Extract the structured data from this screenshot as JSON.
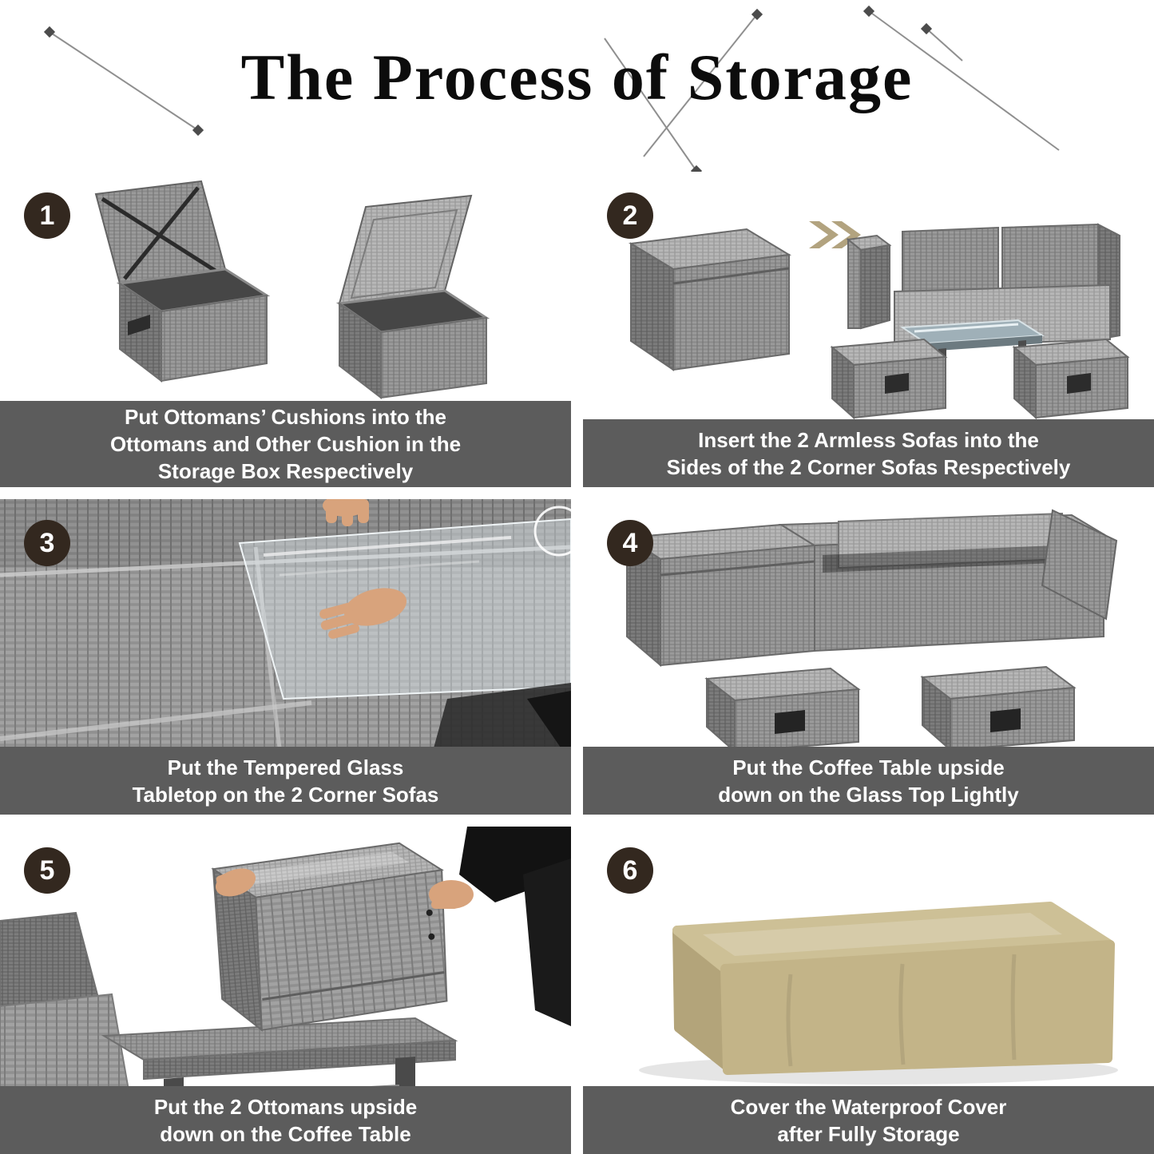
{
  "title": "The Process of Storage",
  "colors": {
    "badge-bg": "#33281f",
    "caption-bg": "#5c5c5c",
    "caption-text": "#ffffff",
    "arrow-tan": "#b2a37f",
    "cover-beige": "#c3b488",
    "wicker-gray": "#9b9b9b"
  },
  "steps": [
    {
      "number": "1",
      "caption": [
        "Put Ottomans’ Cushions into the",
        "Ottomans and Other Cushion in the",
        "Storage Box Respectively"
      ],
      "illustration": "two-open-storage-boxes"
    },
    {
      "number": "2",
      "caption": [
        "Insert the 2 Armless Sofas into the",
        "Sides of the 2 Corner Sofas Respectively"
      ],
      "illustration": "armless-sofas-into-corner-sofas-with-arrow"
    },
    {
      "number": "3",
      "caption": [
        "Put the Tempered Glass",
        "Tabletop on the 2 Corner Sofas"
      ],
      "illustration": "hands-placing-glass-tabletop-on-sofas"
    },
    {
      "number": "4",
      "caption": [
        "Put the Coffee Table upside",
        "down on the Glass Top Lightly"
      ],
      "illustration": "assembled-unit-with-two-ottomans"
    },
    {
      "number": "5",
      "caption": [
        "Put the 2 Ottomans upside",
        "down on the Coffee Table"
      ],
      "illustration": "hands-placing-ottoman-on-coffee-table"
    },
    {
      "number": "6",
      "caption": [
        "Cover the Waterproof Cover",
        "after Fully Storage"
      ],
      "illustration": "beige-waterproof-cover"
    }
  ]
}
